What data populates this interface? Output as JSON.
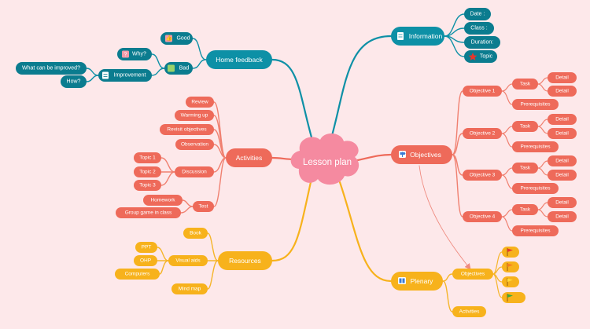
{
  "diagram": {
    "center": "Lesson plan",
    "colors": {
      "background": "#fde8ea",
      "teal": "#0d90a6",
      "teal_dark": "#0b7c8f",
      "coral": "#ee6a5a",
      "coral_line": "#f08070",
      "amber": "#f7b21c",
      "amber_line": "#f5b52a",
      "cloud": "#f58aa0",
      "arrow": "#ef8a7f"
    },
    "home_feedback": {
      "label": "Home feedback",
      "good": "Good",
      "bad": "Bad",
      "why": "Why?",
      "improvement": "Improvement",
      "improve_question": "What can be improved?",
      "how": "How?",
      "icons": [
        "thumbs-up-icon",
        "thumbs-down-icon",
        "question-icon",
        "list-icon"
      ]
    },
    "information": {
      "label": "Information",
      "items": [
        "Date :",
        "Class :",
        "Duration:",
        "Topic"
      ],
      "icons": [
        "info-list-icon",
        "star-icon"
      ]
    },
    "activities": {
      "label": "Activities",
      "items": [
        "Review",
        "Warming up",
        "Revisit objectives",
        "Observation"
      ],
      "discussion": "Discussion",
      "topics": [
        "Topic 1",
        "Topic 2",
        "Topic 3"
      ],
      "test": "Test",
      "test_items": [
        "Homework",
        "Group game in class"
      ]
    },
    "objectives": {
      "label": "Objectives",
      "icon": "signpost-icon",
      "groups": [
        "Objective 1",
        "Objective 2",
        "Objective 3",
        "Objective 4"
      ],
      "task": "Task",
      "detail": "Detail",
      "prerequisites": "Prerequisites"
    },
    "resources": {
      "label": "Resources",
      "book": "Book",
      "visual_aids": "Visual aids",
      "visual_items": [
        "PPT",
        "OHP",
        "Computers"
      ],
      "mind_map": "Mind map"
    },
    "plenary": {
      "label": "Plenary",
      "icon": "people-icon",
      "objectives": "Objectives",
      "activities": "Activities",
      "flag_icons": [
        "red-flag-icon",
        "orange-flag-icon",
        "yellow-flag-icon",
        "green-flag-icon"
      ]
    }
  }
}
